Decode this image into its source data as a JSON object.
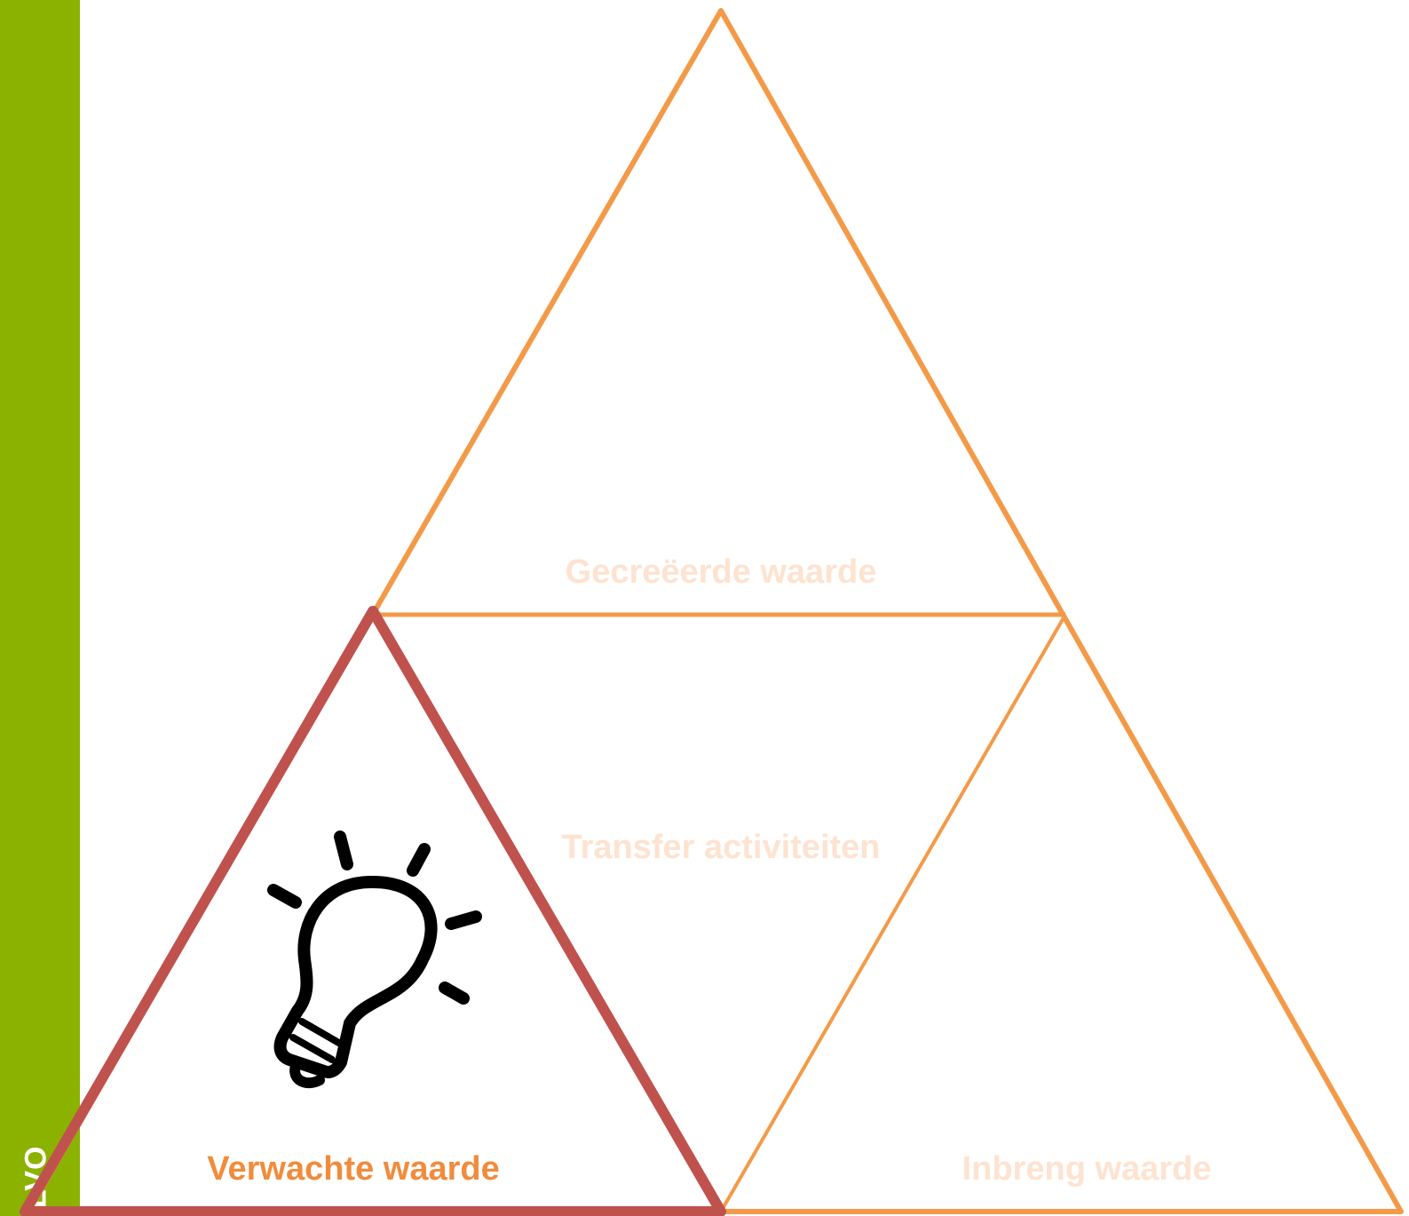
{
  "brand": {
    "text": "ILVO",
    "color": "#8cb200"
  },
  "colors": {
    "outline": "#f39a48",
    "highlight": "#c0524e",
    "label_active": "#f08c3c",
    "label_faded": "#fde3d0",
    "icon": "#000000"
  },
  "sections": {
    "top": {
      "label": "Gecreëerde waarde",
      "state": "faded"
    },
    "middle": {
      "label": "Transfer activiteiten",
      "state": "faded"
    },
    "bottom_left": {
      "label": "Verwachte waarde",
      "state": "active"
    },
    "bottom_right": {
      "label": "Inbreng waarde",
      "state": "faded"
    }
  },
  "icon": {
    "name": "lightbulb-icon"
  }
}
